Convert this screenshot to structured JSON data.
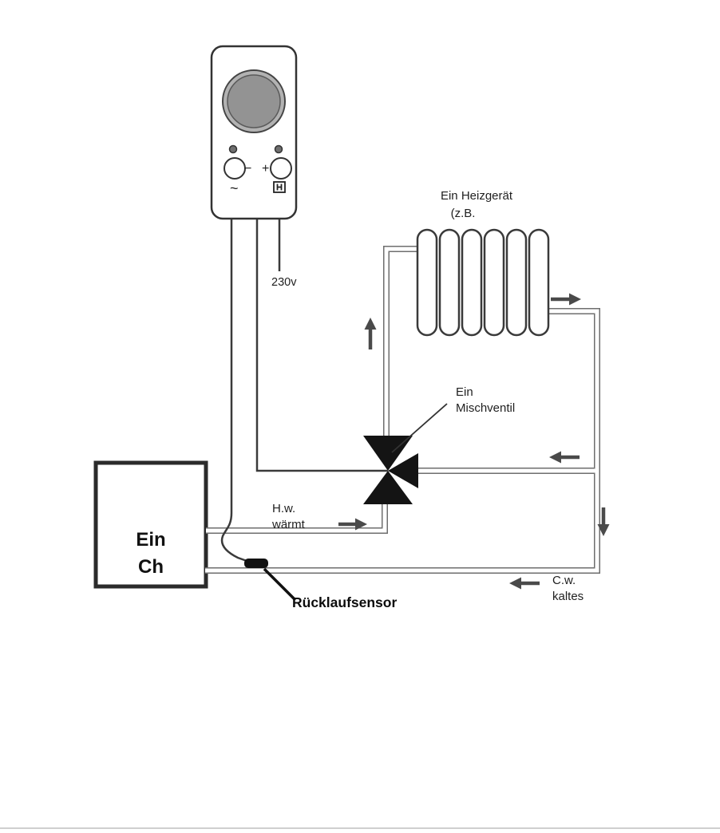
{
  "labels": {
    "voltage": "230v",
    "heater": {
      "line1": "Ein Heizgerät",
      "line2": "(z.B."
    },
    "valve": {
      "line1": "Ein",
      "line2": "Mischventil"
    },
    "hot_water": {
      "line1": "H.w.",
      "line2": "wärmt"
    },
    "cold_water": {
      "line1": "C.w.",
      "line2": "kaltes"
    },
    "return_sensor": "Rücklaufsensor",
    "boiler": {
      "line1": "Ein",
      "line2": "Ch"
    }
  },
  "controller": {
    "minus": "−",
    "plus": "+",
    "ac_symbol": "~"
  },
  "icons": {
    "dial": "dial-knob-icon",
    "memory": "memory-icon",
    "led_left": "led-indicator-icon",
    "led_right": "led-indicator-icon"
  },
  "colors": {
    "wire": "#3a3a3a",
    "pipe_outline": "#6e6e6e",
    "pipe_inner": "#ffffff",
    "valve": "#141414",
    "dial_fill": "#9c9c9c",
    "arrow": "#4a4a4a",
    "sensor": "#111111",
    "boiler_border": "#2b2b2b",
    "text": "#1f1f1f"
  }
}
